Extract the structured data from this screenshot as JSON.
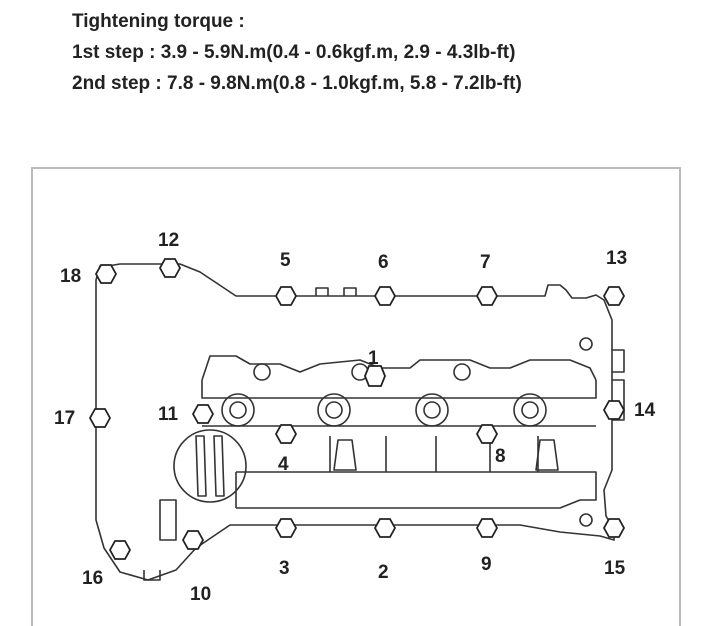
{
  "spec": {
    "heading": "Tightening torque :",
    "step1": "1st step : 3.9 - 5.9N.m(0.4 - 0.6kgf.m, 2.9 - 4.3lb-ft)",
    "step2": "2nd step : 7.8 - 9.8N.m(0.8 - 1.0kgf.m, 5.8 - 7.2lb-ft)"
  },
  "bolts": [
    "1",
    "2",
    "3",
    "4",
    "5",
    "6",
    "7",
    "8",
    "9",
    "10",
    "11",
    "12",
    "13",
    "14",
    "15",
    "16",
    "17",
    "18"
  ]
}
